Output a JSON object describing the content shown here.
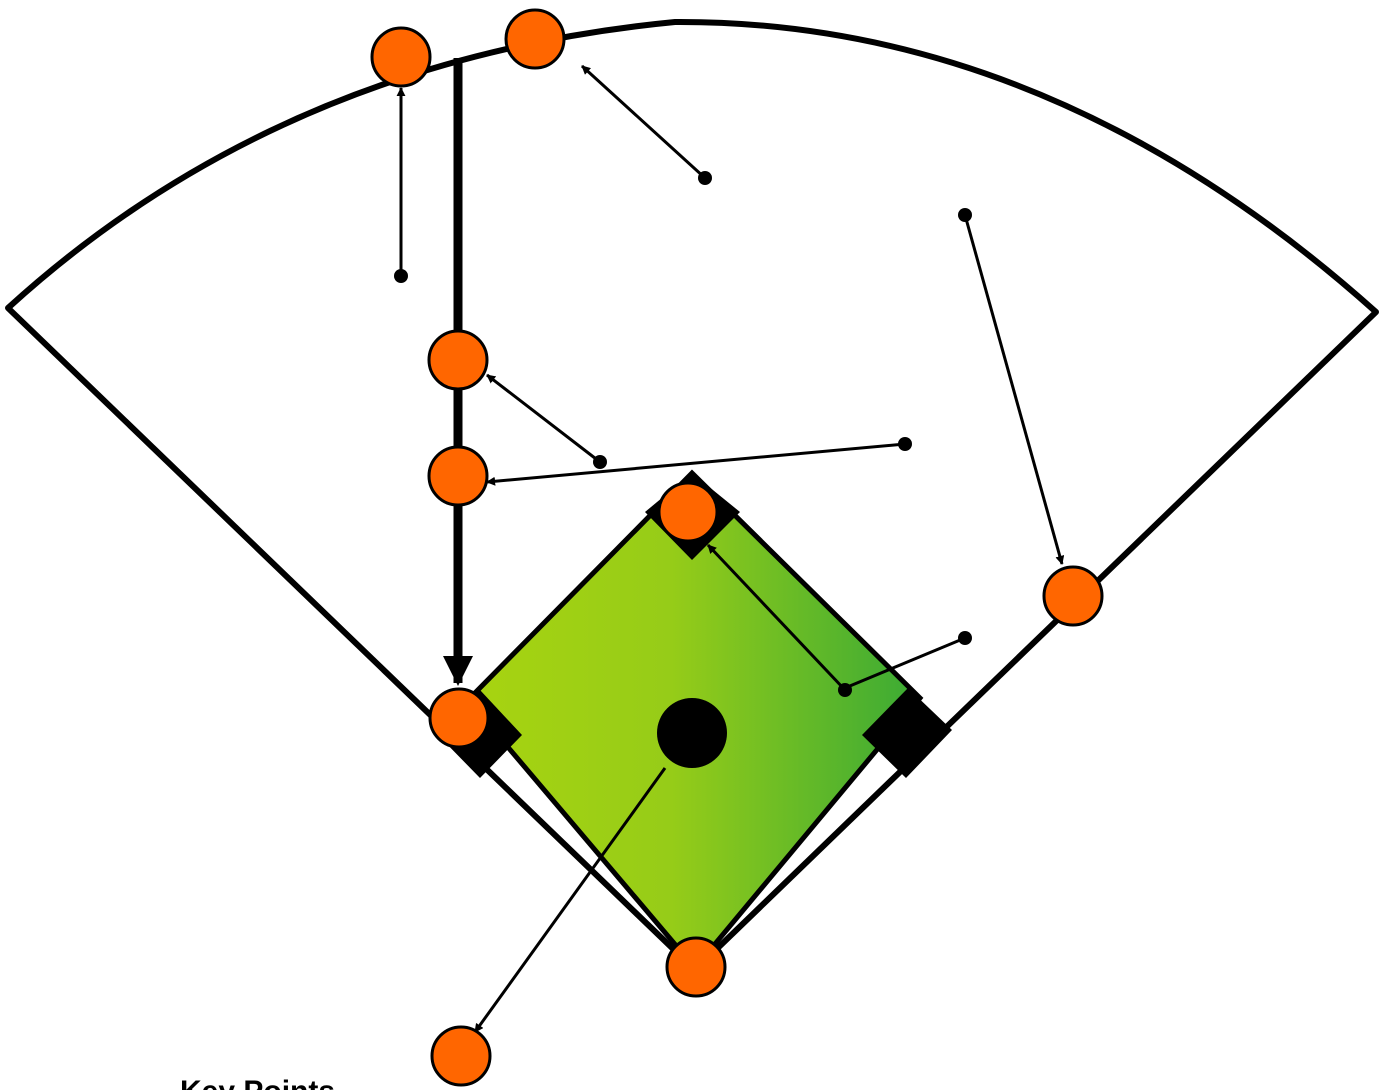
{
  "diagram": {
    "caption": "Key Points",
    "colors": {
      "outline": "#000000",
      "background": "#ffffff",
      "player_fill": "#ff6600",
      "infield_gradient_start": "#a8d410",
      "infield_gradient_end": "#3aaa35",
      "base": "#000000"
    },
    "players": [
      "left-field-fence-player",
      "center-field-fence-player",
      "left-line-upper-player",
      "left-line-lower-player",
      "second-base-player",
      "right-field-line-player",
      "third-base-player",
      "home-plate-player",
      "foul-territory-player"
    ]
  }
}
